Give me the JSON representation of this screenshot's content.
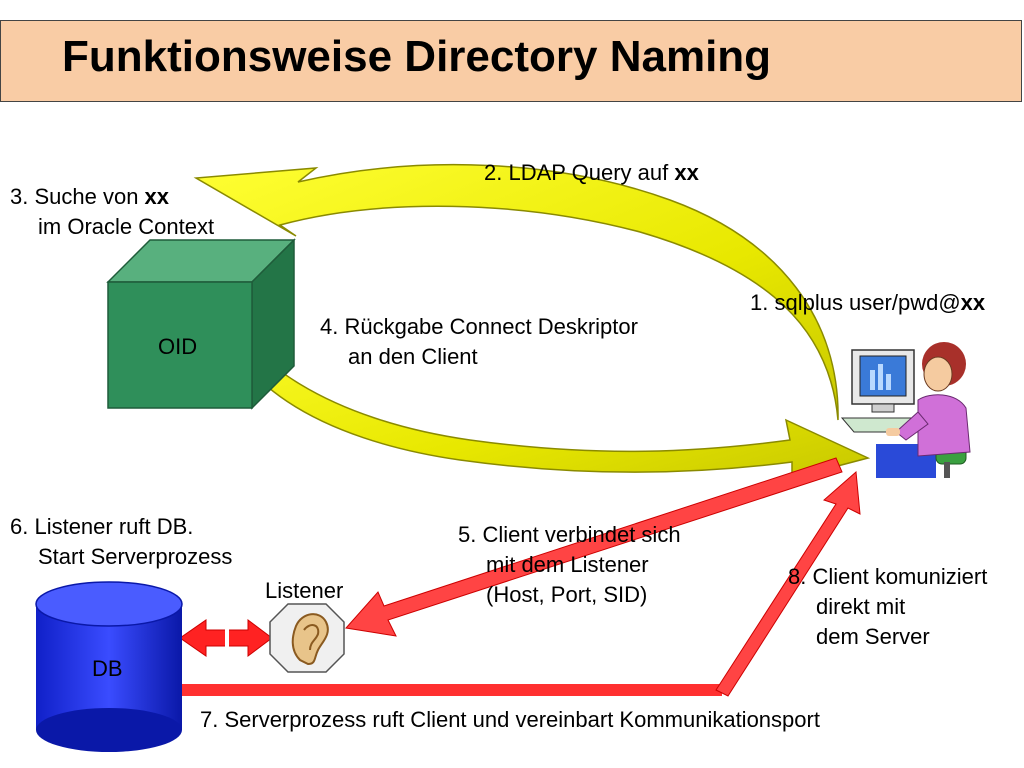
{
  "title": "Funktionsweise Directory Naming",
  "nodes": {
    "oid": "OID",
    "db": "DB",
    "listener": "Listener"
  },
  "steps": {
    "s1": {
      "text": "1. sqlplus user/pwd@",
      "bold": "xx"
    },
    "s2": {
      "text": "2. LDAP Query auf ",
      "bold": "xx"
    },
    "s3": {
      "line1": "3. Suche von ",
      "bold": "xx",
      "line2": "im Oracle Context"
    },
    "s4": {
      "line1": "4. Rückgabe Connect Deskriptor",
      "line2": "an den Client"
    },
    "s5": {
      "line1": "5. Client verbindet sich",
      "line2": "mit dem Listener",
      "line3": "(Host, Port, SID)"
    },
    "s6": {
      "line1": "6. Listener ruft DB.",
      "line2": "Start Serverprozess"
    },
    "s7": {
      "text": "7. Serverprozess ruft Client und vereinbart Kommunikationsport"
    },
    "s8": {
      "line1": "8. Client komuniziert",
      "line2": "direkt mit",
      "line3": "dem Server"
    }
  },
  "colors": {
    "title_bg": "#f9cca5",
    "yellow_arrow": "#eeee00",
    "red_arrow": "#ff3333",
    "cube": "#2f8f5a",
    "cylinder": "#1a2bd8"
  }
}
